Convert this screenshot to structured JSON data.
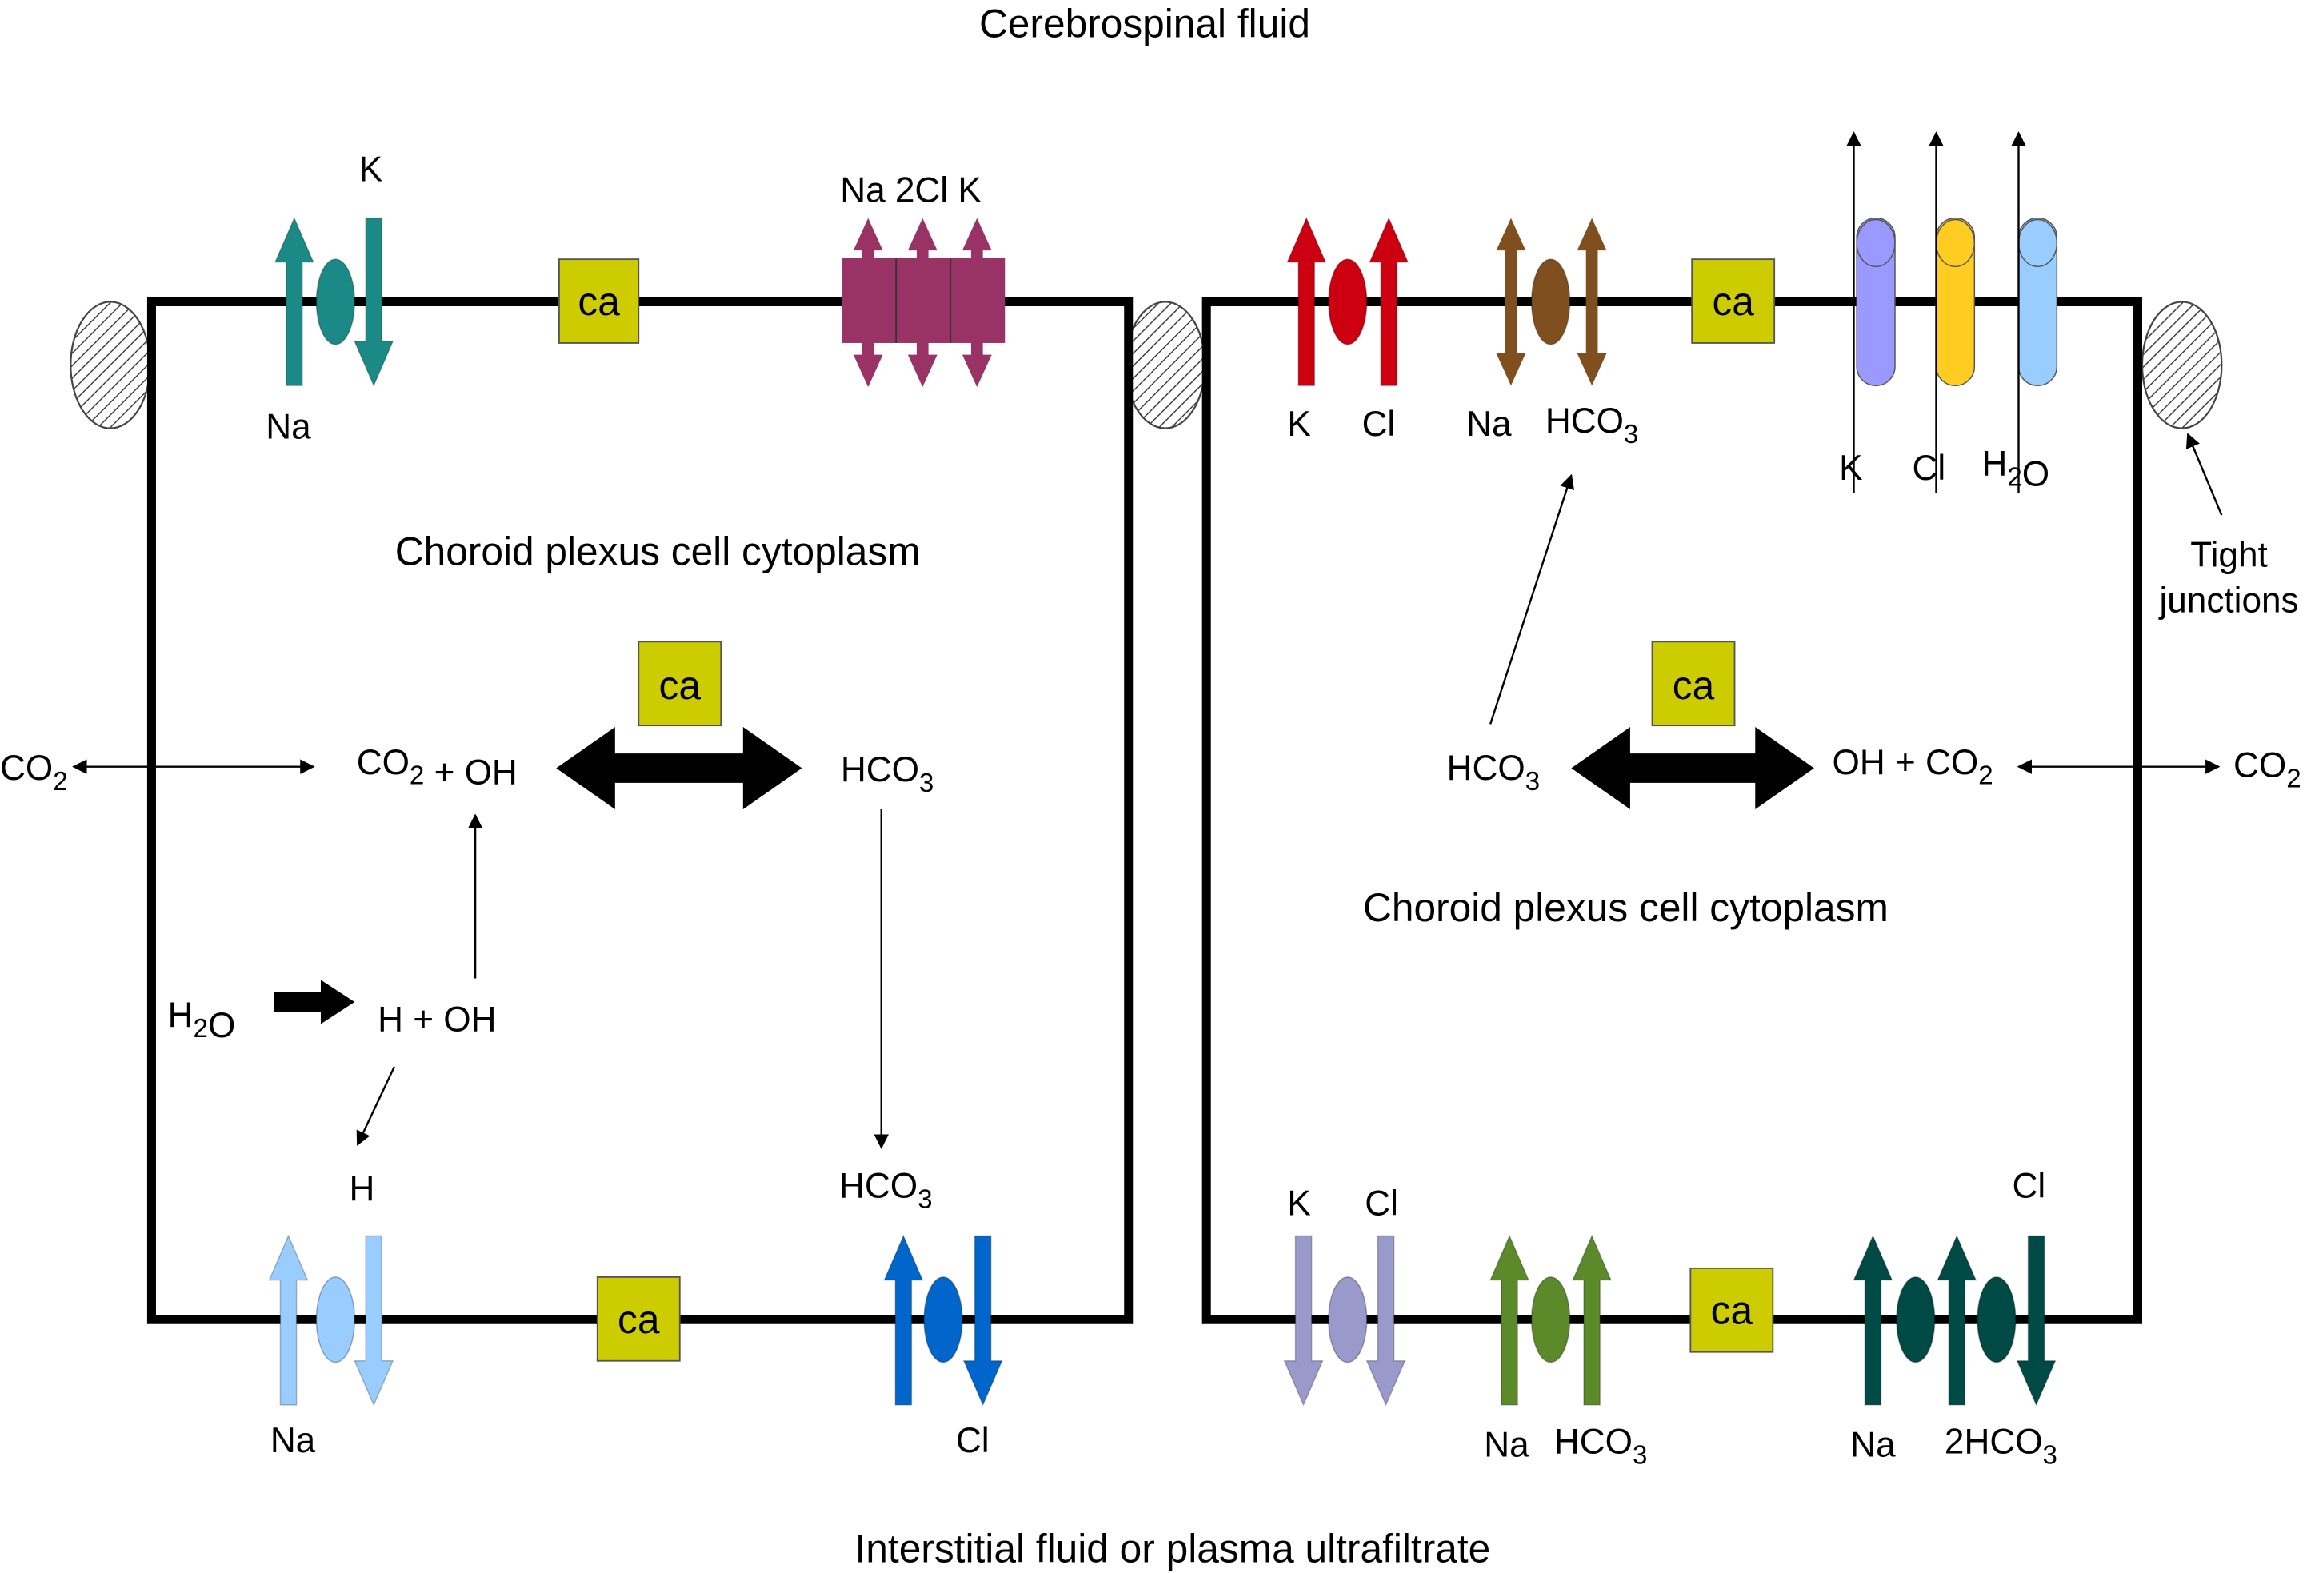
{
  "regions": {
    "top": "Cerebrospinal fluid",
    "bottom": "Interstitial fluid or plasma ultrafiltrate",
    "left_cytoplasm": "Choroid plexus cell cytoplasm",
    "right_cytoplasm": "Choroid plexus cell cytoplasm"
  },
  "enzyme_label": "ca",
  "left_cell": {
    "apical_na": "Na",
    "apical_k": "K",
    "nkcc": "Na 2Cl K",
    "co2_out": "CO2",
    "co2_oh": "CO2 + OH",
    "hco3_mid": "HCO3",
    "h2o": "H2O",
    "h_oh": "H + OH",
    "h_low": "H",
    "hco3_low": "HCO3",
    "baso_na": "Na",
    "baso_cl": "Cl"
  },
  "right_cell": {
    "apical_k": "K",
    "apical_cl": "Cl",
    "apical_na": "Na",
    "apical_hco3": "HCO3",
    "channel_k": "K",
    "channel_cl": "Cl",
    "channel_h2o": "H2O",
    "tight_junctions_1": "Tight",
    "tight_junctions_2": "junctions",
    "hco3_mid": "HCO3",
    "oh_co2": "OH + CO2",
    "co2_out": "CO2",
    "baso_k": "K",
    "baso_cl_top": "Cl",
    "baso_na1": "Na",
    "baso_hco3": "HCO3",
    "baso_na2": "Na",
    "baso_2hco3": "2HCO3",
    "baso_cl2": "Cl"
  },
  "colors": {
    "na_k_pump": "#1b8a87",
    "nkcc": "#993366",
    "carbonic_anhydrase": "#cccc00",
    "kcl_apical": "#cc0011",
    "na_hco3_apical": "#7f4f1f",
    "k_channel": "#9999ff",
    "cl_channel": "#ffcc22",
    "aquaporin": "#99ccff",
    "na_h_exchanger": "#99ccff",
    "cl_hco3_exchanger": "#0066cc",
    "kcl_baso": "#9999cc",
    "na_hco3_baso": "#5c8a2a",
    "na_2hco3_cl": "#004a45"
  }
}
